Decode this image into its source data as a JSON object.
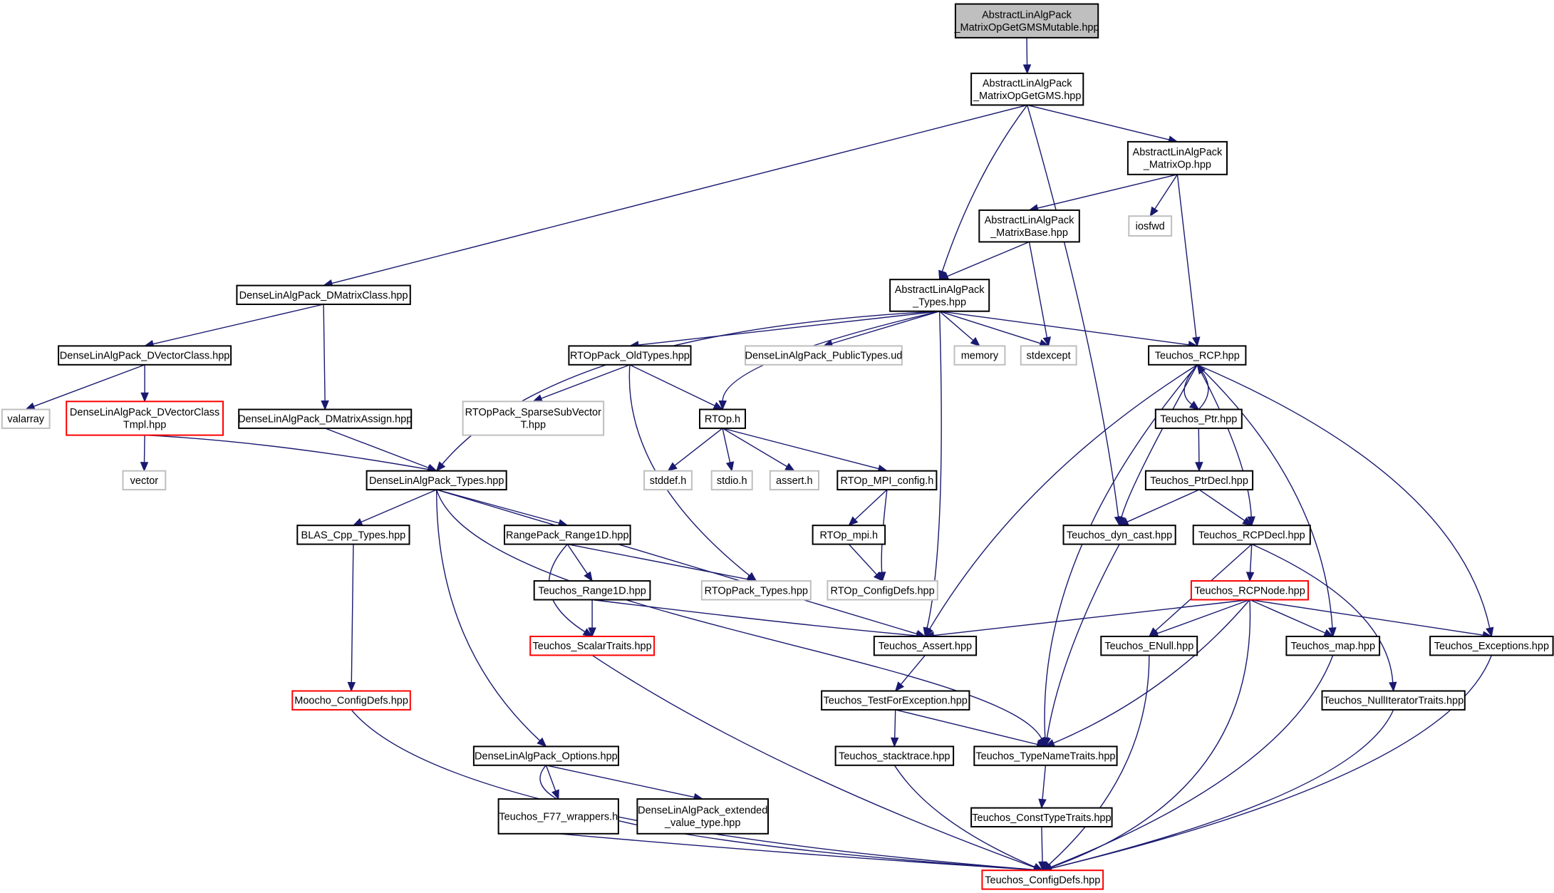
{
  "colors": {
    "edge": "#191970",
    "node_border": "#000000",
    "node_border_truncated": "#ff0000",
    "node_border_external": "#bfbfbf",
    "root_fill": "#bfbfbf",
    "node_fill": "#ffffff"
  },
  "nodes": [
    {
      "id": "root",
      "lines": [
        "AbstractLinAlgPack",
        "_MatrixOpGetGMSMutable.hpp"
      ],
      "kind": "root"
    },
    {
      "id": "gms",
      "lines": [
        "AbstractLinAlgPack",
        "_MatrixOpGetGMS.hpp"
      ],
      "kind": "normal"
    },
    {
      "id": "matop",
      "lines": [
        "AbstractLinAlgPack",
        "_MatrixOp.hpp"
      ],
      "kind": "normal"
    },
    {
      "id": "iosfwd",
      "lines": [
        "iosfwd"
      ],
      "kind": "external"
    },
    {
      "id": "matbase",
      "lines": [
        "AbstractLinAlgPack",
        "_MatrixBase.hpp"
      ],
      "kind": "normal"
    },
    {
      "id": "altypes",
      "lines": [
        "AbstractLinAlgPack",
        "_Types.hpp"
      ],
      "kind": "normal"
    },
    {
      "id": "dmatclass",
      "lines": [
        "DenseLinAlgPack_DMatrixClass.hpp"
      ],
      "kind": "normal"
    },
    {
      "id": "dvecclass",
      "lines": [
        "DenseLinAlgPack_DVectorClass.hpp"
      ],
      "kind": "normal"
    },
    {
      "id": "rtopold",
      "lines": [
        "RTOpPack_OldTypes.hpp"
      ],
      "kind": "normal"
    },
    {
      "id": "dlapub",
      "lines": [
        "DenseLinAlgPack_PublicTypes.ud"
      ],
      "kind": "external"
    },
    {
      "id": "memory",
      "lines": [
        "memory"
      ],
      "kind": "external"
    },
    {
      "id": "stdexcept",
      "lines": [
        "stdexcept"
      ],
      "kind": "external"
    },
    {
      "id": "rcp",
      "lines": [
        "Teuchos_RCP.hpp"
      ],
      "kind": "normal"
    },
    {
      "id": "valarray",
      "lines": [
        "valarray"
      ],
      "kind": "external"
    },
    {
      "id": "dvectmpl",
      "lines": [
        "DenseLinAlgPack_DVectorClass",
        "Tmpl.hpp"
      ],
      "kind": "truncated"
    },
    {
      "id": "dmatassign",
      "lines": [
        "DenseLinAlgPack_DMatrixAssign.hpp"
      ],
      "kind": "normal"
    },
    {
      "id": "sparsesub",
      "lines": [
        "RTOpPack_SparseSubVector",
        "T.hpp"
      ],
      "kind": "external"
    },
    {
      "id": "rtoph",
      "lines": [
        "RTOp.h"
      ],
      "kind": "normal"
    },
    {
      "id": "ptr",
      "lines": [
        "Teuchos_Ptr.hpp"
      ],
      "kind": "normal"
    },
    {
      "id": "vector",
      "lines": [
        "vector"
      ],
      "kind": "external"
    },
    {
      "id": "dlatypes",
      "lines": [
        "DenseLinAlgPack_Types.hpp"
      ],
      "kind": "normal"
    },
    {
      "id": "stddef",
      "lines": [
        "stddef.h"
      ],
      "kind": "external"
    },
    {
      "id": "stdio",
      "lines": [
        "stdio.h"
      ],
      "kind": "external"
    },
    {
      "id": "asserth",
      "lines": [
        "assert.h"
      ],
      "kind": "external"
    },
    {
      "id": "mpiconfig",
      "lines": [
        "RTOp_MPI_config.h"
      ],
      "kind": "normal"
    },
    {
      "id": "ptrdecl",
      "lines": [
        "Teuchos_PtrDecl.hpp"
      ],
      "kind": "normal"
    },
    {
      "id": "blas",
      "lines": [
        "BLAS_Cpp_Types.hpp"
      ],
      "kind": "normal"
    },
    {
      "id": "range1d",
      "lines": [
        "RangePack_Range1D.hpp"
      ],
      "kind": "normal"
    },
    {
      "id": "rtopmpi",
      "lines": [
        "RTOp_mpi.h"
      ],
      "kind": "normal"
    },
    {
      "id": "dyncast",
      "lines": [
        "Teuchos_dyn_cast.hpp"
      ],
      "kind": "normal"
    },
    {
      "id": "rcpdecl",
      "lines": [
        "Teuchos_RCPDecl.hpp"
      ],
      "kind": "normal"
    },
    {
      "id": "trange1d",
      "lines": [
        "Teuchos_Range1D.hpp"
      ],
      "kind": "normal"
    },
    {
      "id": "rtoptypes",
      "lines": [
        "RTOpPack_Types.hpp"
      ],
      "kind": "external"
    },
    {
      "id": "rtopconfig",
      "lines": [
        "RTOp_ConfigDefs.hpp"
      ],
      "kind": "external"
    },
    {
      "id": "rcpnode",
      "lines": [
        "Teuchos_RCPNode.hpp"
      ],
      "kind": "truncated"
    },
    {
      "id": "scalar",
      "lines": [
        "Teuchos_ScalarTraits.hpp"
      ],
      "kind": "truncated"
    },
    {
      "id": "tassert",
      "lines": [
        "Teuchos_Assert.hpp"
      ],
      "kind": "normal"
    },
    {
      "id": "enull",
      "lines": [
        "Teuchos_ENull.hpp"
      ],
      "kind": "normal"
    },
    {
      "id": "tmap",
      "lines": [
        "Teuchos_map.hpp"
      ],
      "kind": "normal"
    },
    {
      "id": "texcept",
      "lines": [
        "Teuchos_Exceptions.hpp"
      ],
      "kind": "normal"
    },
    {
      "id": "moocho",
      "lines": [
        "Moocho_ConfigDefs.hpp"
      ],
      "kind": "truncated"
    },
    {
      "id": "testfor",
      "lines": [
        "Teuchos_TestForException.hpp"
      ],
      "kind": "normal"
    },
    {
      "id": "nulliter",
      "lines": [
        "Teuchos_NullIteratorTraits.hpp"
      ],
      "kind": "normal"
    },
    {
      "id": "dlaopts",
      "lines": [
        "DenseLinAlgPack_Options.hpp"
      ],
      "kind": "normal"
    },
    {
      "id": "stack",
      "lines": [
        "Teuchos_stacktrace.hpp"
      ],
      "kind": "normal"
    },
    {
      "id": "typename",
      "lines": [
        "Teuchos_TypeNameTraits.hpp"
      ],
      "kind": "normal"
    },
    {
      "id": "f77",
      "lines": [
        "Teuchos_F77_wrappers.h"
      ],
      "kind": "normal"
    },
    {
      "id": "extval",
      "lines": [
        "DenseLinAlgPack_extended",
        "_value_type.hpp"
      ],
      "kind": "normal"
    },
    {
      "id": "consttype",
      "lines": [
        "Teuchos_ConstTypeTraits.hpp"
      ],
      "kind": "normal"
    },
    {
      "id": "configdefs",
      "lines": [
        "Teuchos_ConfigDefs.hpp"
      ],
      "kind": "truncated"
    }
  ],
  "edges": [
    [
      "root",
      "gms"
    ],
    [
      "gms",
      "dmatclass"
    ],
    [
      "gms",
      "altypes"
    ],
    [
      "gms",
      "dyncast"
    ],
    [
      "gms",
      "matop"
    ],
    [
      "matop",
      "matbase"
    ],
    [
      "matop",
      "iosfwd"
    ],
    [
      "matop",
      "rcp"
    ],
    [
      "matbase",
      "altypes"
    ],
    [
      "matbase",
      "stdexcept"
    ],
    [
      "altypes",
      "dlatypes"
    ],
    [
      "altypes",
      "rtopold"
    ],
    [
      "altypes",
      "rtoph"
    ],
    [
      "altypes",
      "dlapub"
    ],
    [
      "altypes",
      "memory"
    ],
    [
      "altypes",
      "stdexcept"
    ],
    [
      "altypes",
      "rcp"
    ],
    [
      "altypes",
      "tassert"
    ],
    [
      "dmatclass",
      "dvecclass"
    ],
    [
      "dmatclass",
      "dmatassign"
    ],
    [
      "dvecclass",
      "valarray"
    ],
    [
      "dvecclass",
      "dvectmpl"
    ],
    [
      "dvectmpl",
      "vector"
    ],
    [
      "dvectmpl",
      "dlatypes"
    ],
    [
      "dmatassign",
      "dlatypes"
    ],
    [
      "rtopold",
      "sparsesub"
    ],
    [
      "rtopold",
      "rtoph"
    ],
    [
      "rtopold",
      "rtoptypes"
    ],
    [
      "rtoph",
      "stddef"
    ],
    [
      "rtoph",
      "stdio"
    ],
    [
      "rtoph",
      "asserth"
    ],
    [
      "rtoph",
      "mpiconfig"
    ],
    [
      "mpiconfig",
      "rtopmpi"
    ],
    [
      "mpiconfig",
      "rtopconfig"
    ],
    [
      "rtopmpi",
      "rtopconfig"
    ],
    [
      "dlatypes",
      "blas"
    ],
    [
      "dlatypes",
      "range1d"
    ],
    [
      "dlatypes",
      "tassert"
    ],
    [
      "dlatypes",
      "typename"
    ],
    [
      "dlatypes",
      "dlaopts"
    ],
    [
      "blas",
      "moocho"
    ],
    [
      "range1d",
      "trange1d"
    ],
    [
      "range1d",
      "scalar"
    ],
    [
      "range1d",
      "rtoptypes"
    ],
    [
      "trange1d",
      "scalar"
    ],
    [
      "trange1d",
      "tassert"
    ],
    [
      "scalar",
      "configdefs"
    ],
    [
      "rcp",
      "ptr"
    ],
    [
      "rcp",
      "dyncast"
    ],
    [
      "rcp",
      "rcpdecl"
    ],
    [
      "rcp",
      "tassert"
    ],
    [
      "rcp",
      "typename"
    ],
    [
      "rcp",
      "tmap"
    ],
    [
      "rcp",
      "texcept"
    ],
    [
      "ptr",
      "rcp"
    ],
    [
      "ptr",
      "ptrdecl"
    ],
    [
      "ptrdecl",
      "dyncast"
    ],
    [
      "ptrdecl",
      "rcpdecl"
    ],
    [
      "dyncast",
      "typename"
    ],
    [
      "rcpdecl",
      "rcpnode"
    ],
    [
      "rcpdecl",
      "enull"
    ],
    [
      "rcpdecl",
      "nulliter"
    ],
    [
      "rcpnode",
      "tassert"
    ],
    [
      "rcpnode",
      "enull"
    ],
    [
      "rcpnode",
      "tmap"
    ],
    [
      "rcpnode",
      "texcept"
    ],
    [
      "rcpnode",
      "typename"
    ],
    [
      "rcpnode",
      "configdefs"
    ],
    [
      "tassert",
      "testfor"
    ],
    [
      "testfor",
      "stack"
    ],
    [
      "testfor",
      "typename"
    ],
    [
      "stack",
      "configdefs"
    ],
    [
      "typename",
      "consttype"
    ],
    [
      "consttype",
      "configdefs"
    ],
    [
      "enull",
      "configdefs"
    ],
    [
      "tmap",
      "configdefs"
    ],
    [
      "texcept",
      "configdefs"
    ],
    [
      "nulliter",
      "configdefs"
    ],
    [
      "moocho",
      "configdefs"
    ],
    [
      "dlaopts",
      "f77"
    ],
    [
      "dlaopts",
      "extval"
    ],
    [
      "dlaopts",
      "configdefs"
    ],
    [
      "f77",
      "configdefs"
    ]
  ]
}
